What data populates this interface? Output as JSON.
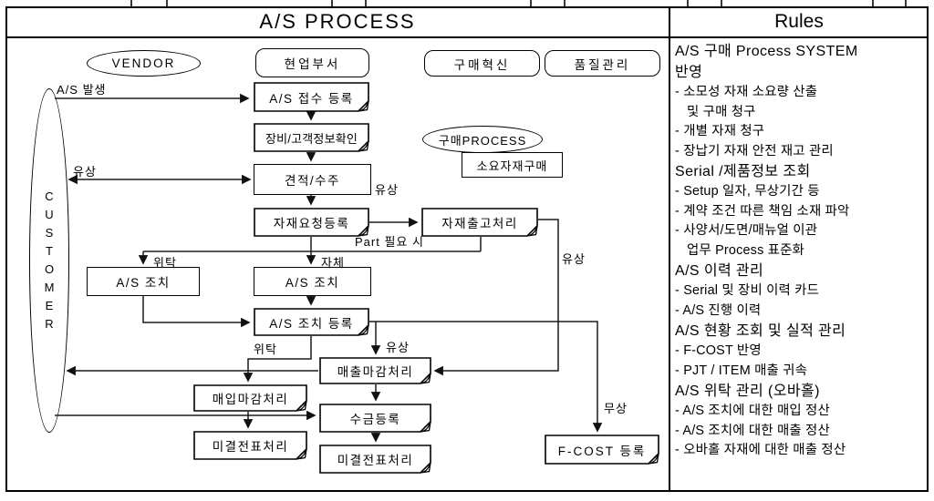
{
  "header": {
    "title": "A/S PROCESS",
    "rules_title": "Rules"
  },
  "flow": {
    "nodes": {
      "vendor": "VENDOR",
      "customer": "CUSTOMER",
      "dept": "현업부서",
      "purchase_innovation": "구매혁신",
      "quality_mgmt": "품질관리",
      "as_receipt": "A/S 접수 등록",
      "equip_customer_info": "장비/고객정보확인",
      "quote_order": "견적/수주",
      "purchase_process": "구매PROCESS",
      "material_purchase": "소요자재구매",
      "material_request": "자재요청등록",
      "material_issue": "자재출고처리",
      "as_action_left": "A/S 조치",
      "as_action_center": "A/S 조치",
      "as_action_register": "A/S 조치 등록",
      "sales_closing": "매출마감처리",
      "purchase_closing": "매입마감처리",
      "collection_register": "수금등록",
      "open_slip_left": "미결전표처리",
      "open_slip_right": "미결전표처리",
      "fcost_register": "F-COST 등록"
    },
    "edge_labels": {
      "as_occur": "A/S 발생",
      "paid_1": "유상",
      "paid_2": "유상",
      "part_needed": "Part 필요 시",
      "consign_1": "위탁",
      "self_do": "자체",
      "consign_2": "위탁",
      "paid_3": "유상",
      "paid_4": "유상",
      "free": "무상"
    }
  },
  "rules": {
    "lines": [
      {
        "type": "header",
        "text": "A/S 구매 Process SYSTEM"
      },
      {
        "type": "header",
        "text": "반영"
      },
      {
        "type": "item",
        "text": "- 소모성 자재 소요량 산출"
      },
      {
        "type": "cont",
        "text": "및 구매 청구"
      },
      {
        "type": "item",
        "text": "- 개별 자재 청구"
      },
      {
        "type": "item",
        "text": "- 장납기 자재 안전 재고 관리"
      },
      {
        "type": "header",
        "text": "Serial /제품정보 조회"
      },
      {
        "type": "item",
        "text": "- Setup 일자, 무상기간 등"
      },
      {
        "type": "item",
        "text": "- 계약 조건 따른 책임 소재 파악"
      },
      {
        "type": "item",
        "text": "- 사양서/도면/매뉴얼 이관"
      },
      {
        "type": "cont",
        "text": "업무 Process 표준화"
      },
      {
        "type": "header",
        "text": "A/S 이력 관리"
      },
      {
        "type": "item",
        "text": "- Serial 및 장비 이력 카드"
      },
      {
        "type": "item",
        "text": "- A/S 진행 이력"
      },
      {
        "type": "header",
        "text": "A/S 현황 조회 및 실적 관리"
      },
      {
        "type": "item",
        "text": "- F-COST 반영"
      },
      {
        "type": "item",
        "text": "- PJT / ITEM 매출 귀속"
      },
      {
        "type": "header",
        "text": "A/S 위탁 관리 (오바홀)"
      },
      {
        "type": "item",
        "text": "- A/S 조치에 대한 매입 정산"
      },
      {
        "type": "item",
        "text": "- A/S 조치에 대한 매출 정산"
      },
      {
        "type": "item",
        "text": "- 오바홀 자재에 대한 매출 정산"
      }
    ]
  }
}
